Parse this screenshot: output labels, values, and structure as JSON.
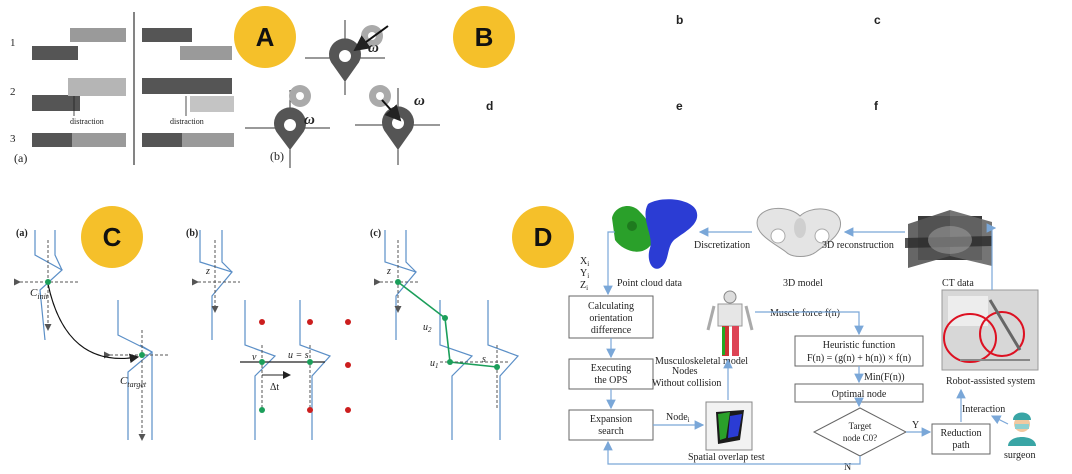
{
  "badges": {
    "a": "A",
    "b": "B",
    "c": "C",
    "d": "D"
  },
  "colors": {
    "badge": "#f5c02a",
    "flow_arrow": "#7aa7d8",
    "path_green": "#1b9e5a",
    "red_point": "#cc1e1e",
    "contour_blue": "#5b8fc7"
  },
  "panel_a": {
    "rows": [
      "1",
      "2",
      "3"
    ],
    "distraction": "distraction",
    "sub_a": "(a)",
    "sub_b": "(b)",
    "omega": "ω"
  },
  "panel_b": {
    "labels": [
      "b",
      "c",
      "d",
      "e",
      "f"
    ]
  },
  "panel_c": {
    "sub_a": "(a)",
    "sub_b": "(b)",
    "sub_c": "(c)",
    "c_init": "C",
    "c_init_sub": "init",
    "c_target": "C",
    "c_target_sub": "target",
    "z": "z",
    "v": "v",
    "u_eq_s": "u = s",
    "delta_t": "Δt",
    "u2": "u",
    "u2_sub": "2",
    "u1": "u",
    "u1_sub": "1",
    "s": "s"
  },
  "panel_d": {
    "point_cloud": "Point cloud data",
    "model_3d": "3D model",
    "ct_data": "CT data",
    "discretization": "Discretization",
    "reconstruction": "3D reconstruction",
    "xi": "X",
    "yi": "Y",
    "zi": "Z",
    "i_sub": "i",
    "calc_box": [
      "Calculating",
      "orientation",
      "difference"
    ],
    "ops_box": [
      "Executing",
      "the OPS"
    ],
    "expansion_box": [
      "Expansion",
      "search"
    ],
    "musculoskeletal": "Musculoskeletal model",
    "muscle_force": "Muscle force f(n)",
    "heuristic": [
      "Heuristic function",
      "F(n) = (g(n) + h(n)) × f(n)"
    ],
    "min_f": "Min(F(n))",
    "optimal_node": "Optimal node",
    "nodes_without": [
      "Nodes",
      "Without collision"
    ],
    "node_i": "Node",
    "overlap": "Spatial overlap test",
    "target": [
      "Target",
      "node C0?"
    ],
    "yes": "Y",
    "no": "N",
    "reduction": [
      "Reduction",
      "path"
    ],
    "robot": "Robot-assisted system",
    "interaction": "Interaction",
    "surgeon": "surgeon"
  }
}
